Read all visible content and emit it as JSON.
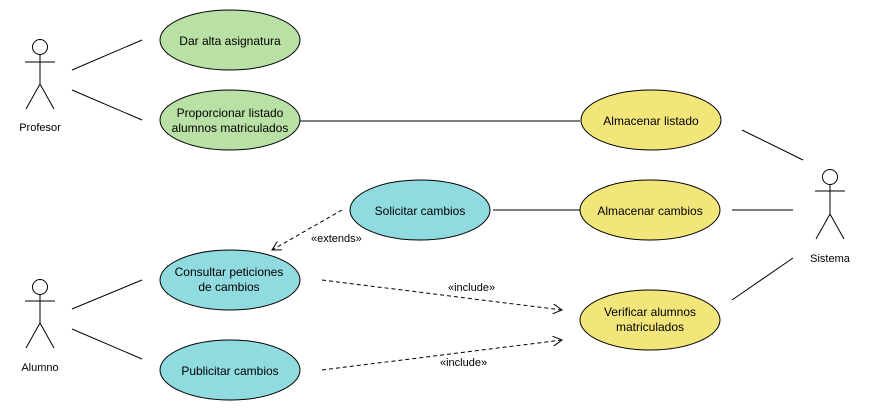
{
  "diagram": {
    "actors": {
      "profesor": "Profesor",
      "alumno": "Alumno",
      "sistema": "Sistema"
    },
    "use_cases": {
      "dar_alta": [
        "Dar alta asignatura"
      ],
      "proporcionar": [
        "Proporcionar listado",
        "alumnos matriculados"
      ],
      "almacenar_listado": [
        "Almacenar listado"
      ],
      "solicitar": [
        "Solicitar cambios"
      ],
      "almacenar_cambios": [
        "Almacenar cambios"
      ],
      "consultar": [
        "Consultar peticiones",
        "de cambios"
      ],
      "verificar": [
        "Verificar alumnos",
        "matriculados"
      ],
      "publicitar": [
        "Publicitar cambios"
      ]
    },
    "relations": {
      "extends": "«extends»",
      "include_1": "«include»",
      "include_2": "«include»"
    },
    "colors": {
      "green": "#b9e0a5",
      "cyan": "#8fdbe0",
      "yellow": "#f2e67a"
    }
  }
}
